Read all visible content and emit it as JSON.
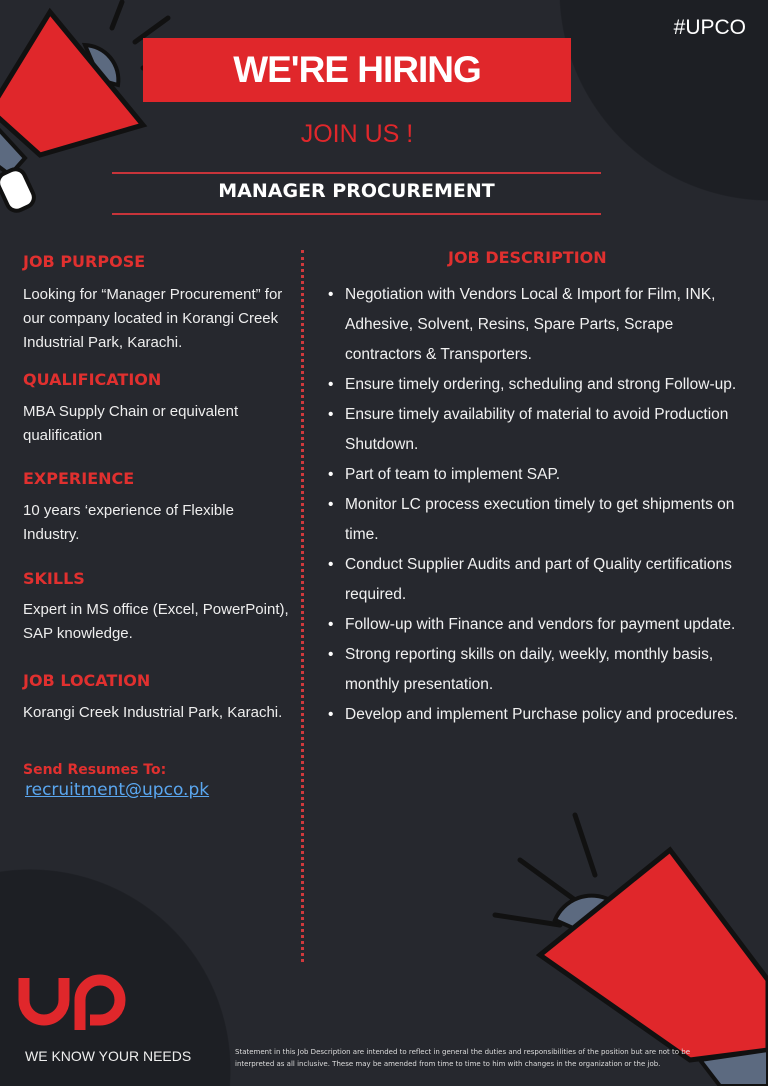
{
  "hashtag": "#UPCO",
  "banner": "WE'RE HIRING",
  "join": "JOIN US !",
  "position": "MANAGER PROCUREMENT",
  "left": {
    "purpose_h": "JOB PURPOSE",
    "purpose": "Looking for “Manager Procurement” for our company located in Korangi Creek Industrial Park, Karachi.",
    "qual_h": "QUALIFICATION",
    "qual": "MBA Supply Chain or equivalent qualification",
    "exp_h": "EXPERIENCE",
    "exp": "10 years ‘experience of Flexible Industry.",
    "skills_h": "SKILLS",
    "skills": "Expert in MS office (Excel, PowerPoint), SAP knowledge.",
    "loc_h": "JOB LOCATION",
    "loc": "Korangi Creek Industrial Park, Karachi.",
    "send": "Send Resumes To:",
    "email": "recruitment@upco.pk"
  },
  "jd": {
    "heading": "JOB DESCRIPTION",
    "items": [
      "Negotiation with Vendors Local & Import for Film, INK, Adhesive, Solvent, Resins, Spare Parts, Scrape contractors & Transporters.",
      "Ensure timely ordering, scheduling and strong Follow-up.",
      "Ensure timely availability of material to avoid Production Shutdown.",
      "Part of team to implement  SAP.",
      "Monitor LC process execution timely to get shipments on time.",
      "Conduct Supplier Audits and part of Quality certifications required.",
      "Follow-up with Finance and vendors for payment update.",
      "Strong reporting skills on daily, weekly, monthly basis, monthly presentation.",
      "Develop and implement Purchase policy and procedures."
    ]
  },
  "logo": "up",
  "tagline": "WE KNOW YOUR NEEDS",
  "disclaimer": "Statement in this Job Description are intended to reflect in general the duties and responsibilities of the position but are not to be interpreted as all inclusive. These may be amended from time to time to him with changes in the organization or the job."
}
